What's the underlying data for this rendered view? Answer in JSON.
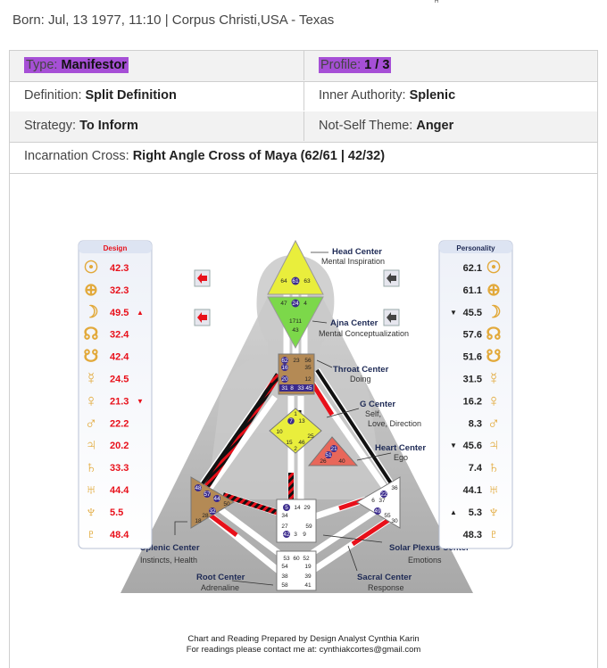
{
  "header": {
    "born_label": "Born:",
    "born_value": "Jul, 13 1977, 11:10 | Corpus Christi,USA - Texas",
    "top_glyph": "H"
  },
  "info": {
    "type_label": "Type:",
    "type_value": "Manifestor",
    "profile_label": "Profile:",
    "profile_value": "1 / 3",
    "definition_label": "Definition:",
    "definition_value": "Split Definition",
    "authority_label": "Inner Authority:",
    "authority_value": "Splenic",
    "strategy_label": "Strategy:",
    "strategy_value": "To Inform",
    "notself_label": "Not-Self Theme:",
    "notself_value": "Anger",
    "cross_label": "Incarnation Cross:",
    "cross_value": "Right Angle Cross of Maya (62/61 | 42/32)"
  },
  "colors": {
    "highlight": "#a64fd6",
    "design_red": "#e8101a",
    "planet_gold": "#e2a93a"
  },
  "design": {
    "title": "Design",
    "rows": [
      {
        "planet": "sun-icon",
        "glyph": "☉",
        "value": "42.3",
        "arrow": ""
      },
      {
        "planet": "earth-icon",
        "glyph": "⊕",
        "value": "32.3",
        "arrow": ""
      },
      {
        "planet": "moon-icon",
        "glyph": "☽",
        "value": "49.5",
        "arrow": "▲"
      },
      {
        "planet": "north-node-icon",
        "glyph": "☊",
        "value": "32.4",
        "arrow": ""
      },
      {
        "planet": "south-node-icon",
        "glyph": "☋",
        "value": "42.4",
        "arrow": ""
      },
      {
        "planet": "mercury-icon",
        "glyph": "☿",
        "value": "24.5",
        "arrow": ""
      },
      {
        "planet": "venus-icon",
        "glyph": "♀",
        "value": "21.3",
        "arrow": "▼"
      },
      {
        "planet": "mars-icon",
        "glyph": "♂",
        "value": "22.2",
        "arrow": ""
      },
      {
        "planet": "jupiter-icon",
        "glyph": "♃",
        "value": "20.2",
        "arrow": ""
      },
      {
        "planet": "saturn-icon",
        "glyph": "♄",
        "value": "33.3",
        "arrow": ""
      },
      {
        "planet": "uranus-icon",
        "glyph": "♅",
        "value": "44.4",
        "arrow": ""
      },
      {
        "planet": "neptune-icon",
        "glyph": "♆",
        "value": "5.5",
        "arrow": ""
      },
      {
        "planet": "pluto-icon",
        "glyph": "♇",
        "value": "48.4",
        "arrow": ""
      }
    ]
  },
  "personality": {
    "title": "Personality",
    "rows": [
      {
        "planet": "sun-icon",
        "glyph": "☉",
        "value": "62.1",
        "arrow": ""
      },
      {
        "planet": "earth-icon",
        "glyph": "⊕",
        "value": "61.1",
        "arrow": ""
      },
      {
        "planet": "moon-icon",
        "glyph": "☽",
        "value": "45.5",
        "arrow": "▼"
      },
      {
        "planet": "north-node-icon",
        "glyph": "☊",
        "value": "57.6",
        "arrow": ""
      },
      {
        "planet": "south-node-icon",
        "glyph": "☋",
        "value": "51.6",
        "arrow": ""
      },
      {
        "planet": "mercury-icon",
        "glyph": "☿",
        "value": "31.5",
        "arrow": ""
      },
      {
        "planet": "venus-icon",
        "glyph": "♀",
        "value": "16.2",
        "arrow": ""
      },
      {
        "planet": "mars-icon",
        "glyph": "♂",
        "value": "8.3",
        "arrow": ""
      },
      {
        "planet": "jupiter-icon",
        "glyph": "♃",
        "value": "45.6",
        "arrow": "▼"
      },
      {
        "planet": "saturn-icon",
        "glyph": "♄",
        "value": "7.4",
        "arrow": ""
      },
      {
        "planet": "uranus-icon",
        "glyph": "♅",
        "value": "44.1",
        "arrow": ""
      },
      {
        "planet": "neptune-icon",
        "glyph": "♆",
        "value": "5.3",
        "arrow": "▲"
      },
      {
        "planet": "pluto-icon",
        "glyph": "♇",
        "value": "48.3",
        "arrow": ""
      }
    ]
  },
  "centers": {
    "head": {
      "name": "Head Center",
      "desc": "Mental Inspiration"
    },
    "ajna": {
      "name": "Ajna Center",
      "desc": "Mental Conceptualization"
    },
    "throat": {
      "name": "Throat Center",
      "desc": "Doing"
    },
    "g": {
      "name": "G Center",
      "desc1": "Self,",
      "desc2": "Love, Direction"
    },
    "heart": {
      "name": "Heart Center",
      "desc": "Ego"
    },
    "splenic": {
      "name": "Splenic Center",
      "desc": "Instincts, Health"
    },
    "solar": {
      "name": "Solar Plexus Center",
      "desc": "Emotions"
    },
    "root": {
      "name": "Root Center",
      "desc": "Adrenaline"
    },
    "sacral": {
      "name": "Sacral Center",
      "desc": "Response"
    }
  },
  "gates": {
    "head": [
      "64",
      "61",
      "63"
    ],
    "ajna_top": [
      "47",
      "24",
      "4"
    ],
    "ajna_mid": "1711",
    "ajna_bottom": "43",
    "throat": [
      "62",
      "23",
      "56",
      "16",
      "35",
      "20",
      "12",
      "31",
      "8",
      "33",
      "45"
    ],
    "g": [
      "1",
      "7",
      "13",
      "10",
      "25",
      "15",
      "46",
      "2"
    ],
    "heart": [
      "21",
      "51",
      "26",
      "40"
    ],
    "spleen": [
      "48",
      "57",
      "44",
      "32",
      "50",
      "28",
      "18"
    ],
    "sacral": [
      "5",
      "14",
      "29",
      "34",
      "27",
      "59",
      "42",
      "3",
      "9"
    ],
    "solar": [
      "36",
      "22",
      "6",
      "37",
      "49",
      "55",
      "30"
    ],
    "root": [
      "53",
      "60",
      "52",
      "54",
      "19",
      "38",
      "39",
      "58",
      "41"
    ]
  },
  "footer": {
    "line1": "Chart and Reading Prepared by Design Analyst Cynthia Karin",
    "line2_label": "For readings please contact me at:",
    "line2_email": "cynthiakcortes@gmail.com"
  }
}
